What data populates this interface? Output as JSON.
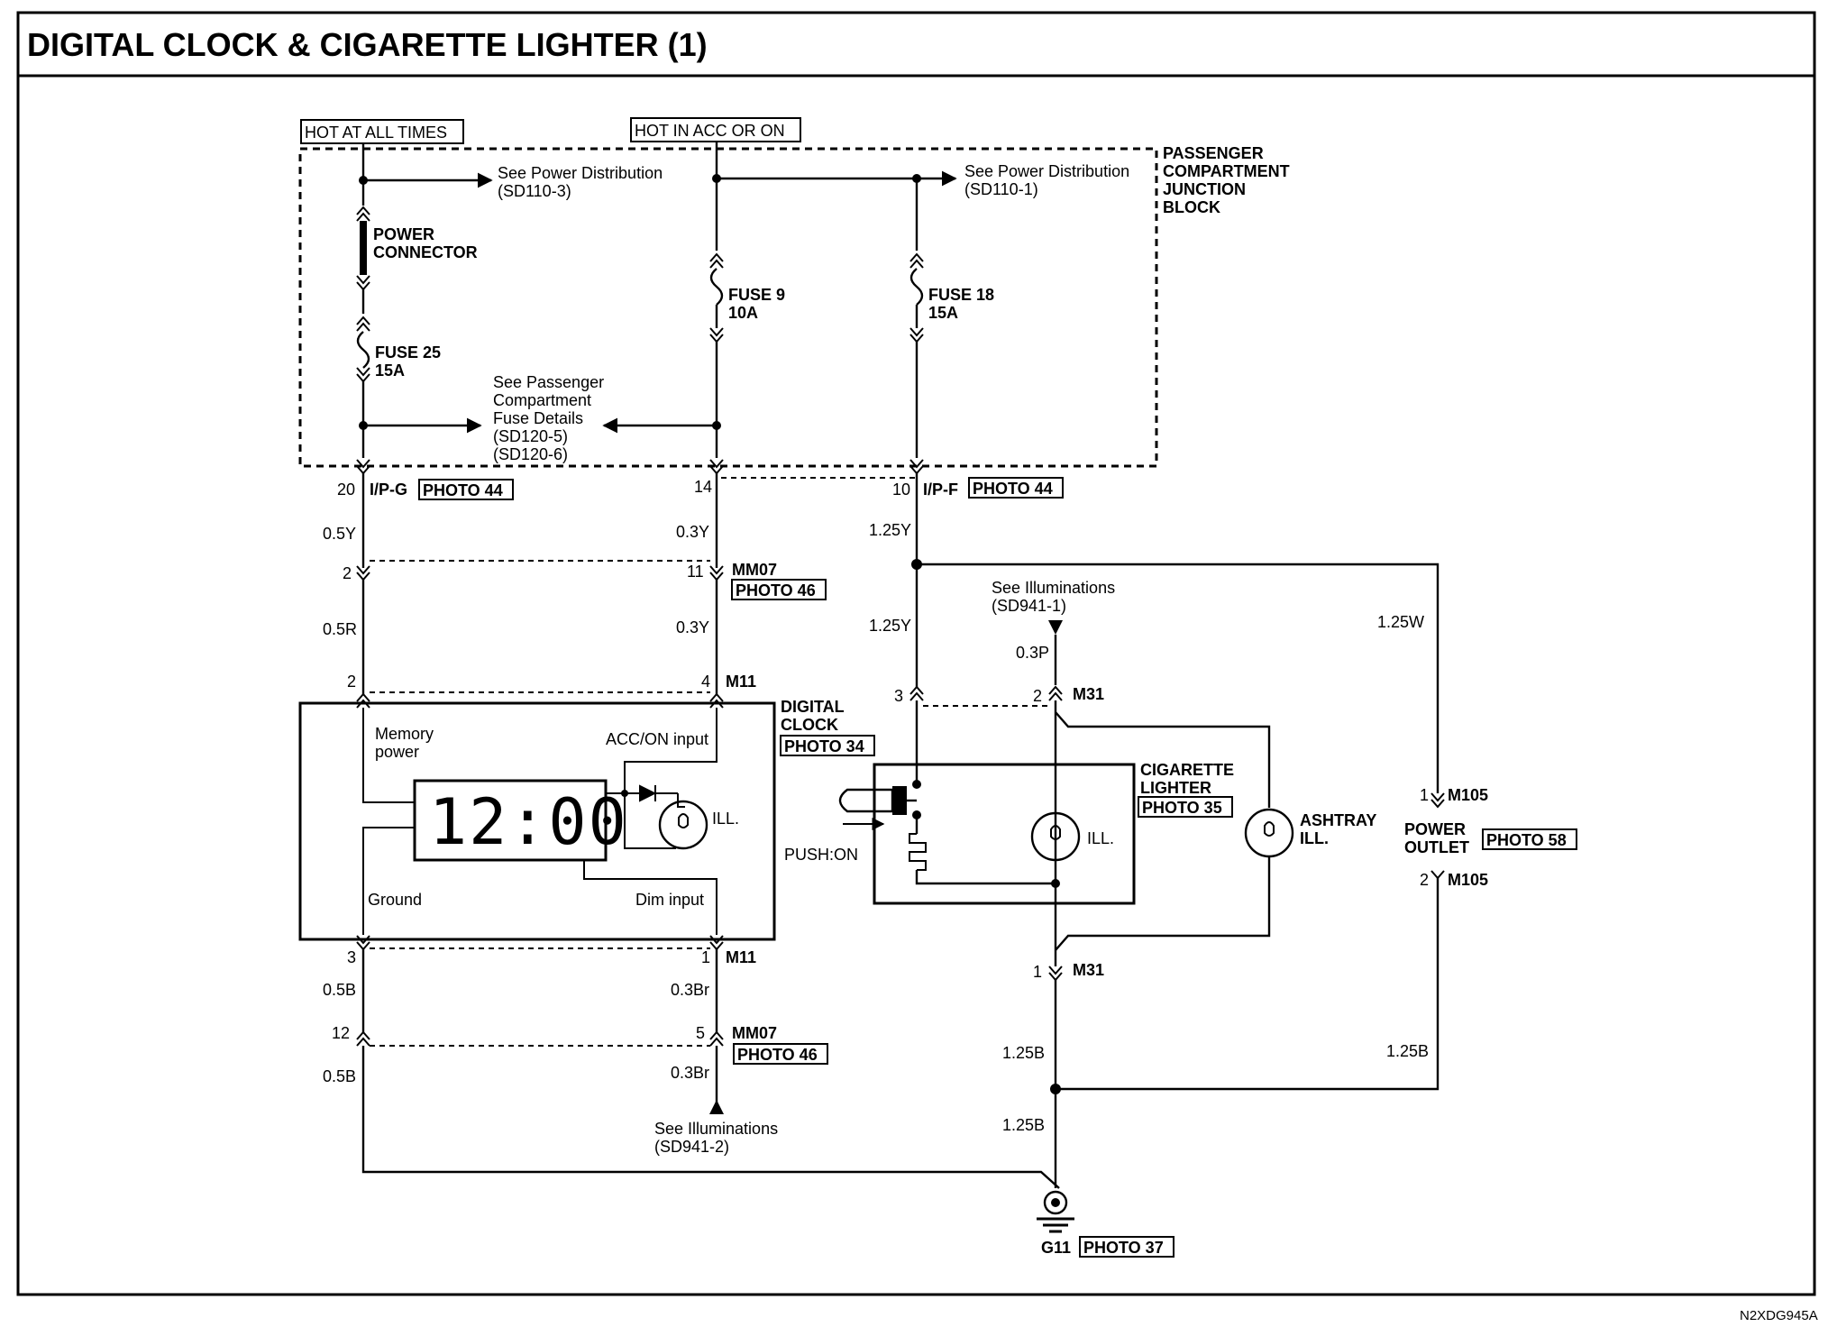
{
  "title": "DIGITAL CLOCK & CIGARETTE LIGHTER (1)",
  "figure_code": "N2XDG945A",
  "supply": {
    "hot_at_all_times": "HOT AT ALL TIMES",
    "hot_in_acc_or_on": "HOT IN ACC OR ON"
  },
  "junction_block": [
    "PASSENGER",
    "COMPARTMENT",
    "JUNCTION",
    "BLOCK"
  ],
  "power_distribution_1": [
    "See Power Distribution",
    "(SD110-3)"
  ],
  "power_distribution_2": [
    "See Power Distribution",
    "(SD110-1)"
  ],
  "power_connector": [
    "POWER",
    "CONNECTOR"
  ],
  "fuse25": [
    "FUSE 25",
    "15A"
  ],
  "fuse9": [
    "FUSE 9",
    "10A"
  ],
  "fuse18": [
    "FUSE 18",
    "15A"
  ],
  "fuse_details": [
    "See Passenger",
    "Compartment",
    "Fuse Details",
    "(SD120-5)",
    "(SD120-6)"
  ],
  "connectors": {
    "ipg": {
      "pin": "20",
      "name": "I/P-G",
      "photo": "PHOTO 44"
    },
    "pin14": "14",
    "ipf": {
      "pin": "10",
      "name": "I/P-F",
      "photo": "PHOTO 44"
    },
    "mm07_top": {
      "pin_left": "2",
      "pin_right": "11",
      "name": "MM07",
      "photo": "PHOTO 46"
    },
    "m11_top": {
      "pin_left": "2",
      "pin_right": "4",
      "name": "M11"
    },
    "m11_bottom": {
      "pin_left": "3",
      "pin_right": "1",
      "name": "M11"
    },
    "mm07_bottom": {
      "pin_left": "12",
      "pin_right": "5",
      "name": "MM07",
      "photo": "PHOTO 46"
    },
    "m31_top": {
      "pin_left": "3",
      "pin_right": "2",
      "name": "M31"
    },
    "m31_bottom": {
      "pin": "1",
      "name": "M31"
    },
    "m105_top": {
      "pin": "1",
      "name": "M105"
    },
    "m105_bottom": {
      "pin": "2",
      "name": "M105"
    }
  },
  "wires": {
    "w05y": "0.5Y",
    "w03y_a": "0.3Y",
    "w125y_a": "1.25Y",
    "w05r": "0.5R",
    "w03y_b": "0.3Y",
    "w125y_b": "1.25Y",
    "w03p": "0.3P",
    "w125w": "1.25W",
    "w05b_a": "0.5B",
    "w03br_a": "0.3Br",
    "w05b_b": "0.5B",
    "w03br_b": "0.3Br",
    "w125b_a": "1.25B",
    "w125b_b": "1.25B",
    "w125b_c": "1.25B"
  },
  "digital_clock": {
    "name": [
      "DIGITAL",
      "CLOCK"
    ],
    "photo": "PHOTO 34",
    "memory_power": [
      "Memory",
      "power"
    ],
    "acc_on_input": "ACC/ON input",
    "display": "12:00",
    "ill": "ILL.",
    "ground": "Ground",
    "dim_input": "Dim input"
  },
  "illuminations_top": [
    "See Illuminations",
    "(SD941-1)"
  ],
  "illuminations_bottom": [
    "See Illuminations",
    "(SD941-2)"
  ],
  "cigarette_lighter": {
    "name": [
      "CIGARETTE",
      "LIGHTER"
    ],
    "photo": "PHOTO 35",
    "ill": "ILL.",
    "push_on": "PUSH:ON"
  },
  "ashtray": [
    "ASHTRAY",
    "ILL."
  ],
  "power_outlet": {
    "name": [
      "POWER",
      "OUTLET"
    ],
    "photo": "PHOTO 58"
  },
  "ground": {
    "name": "G11",
    "photo": "PHOTO 37"
  }
}
